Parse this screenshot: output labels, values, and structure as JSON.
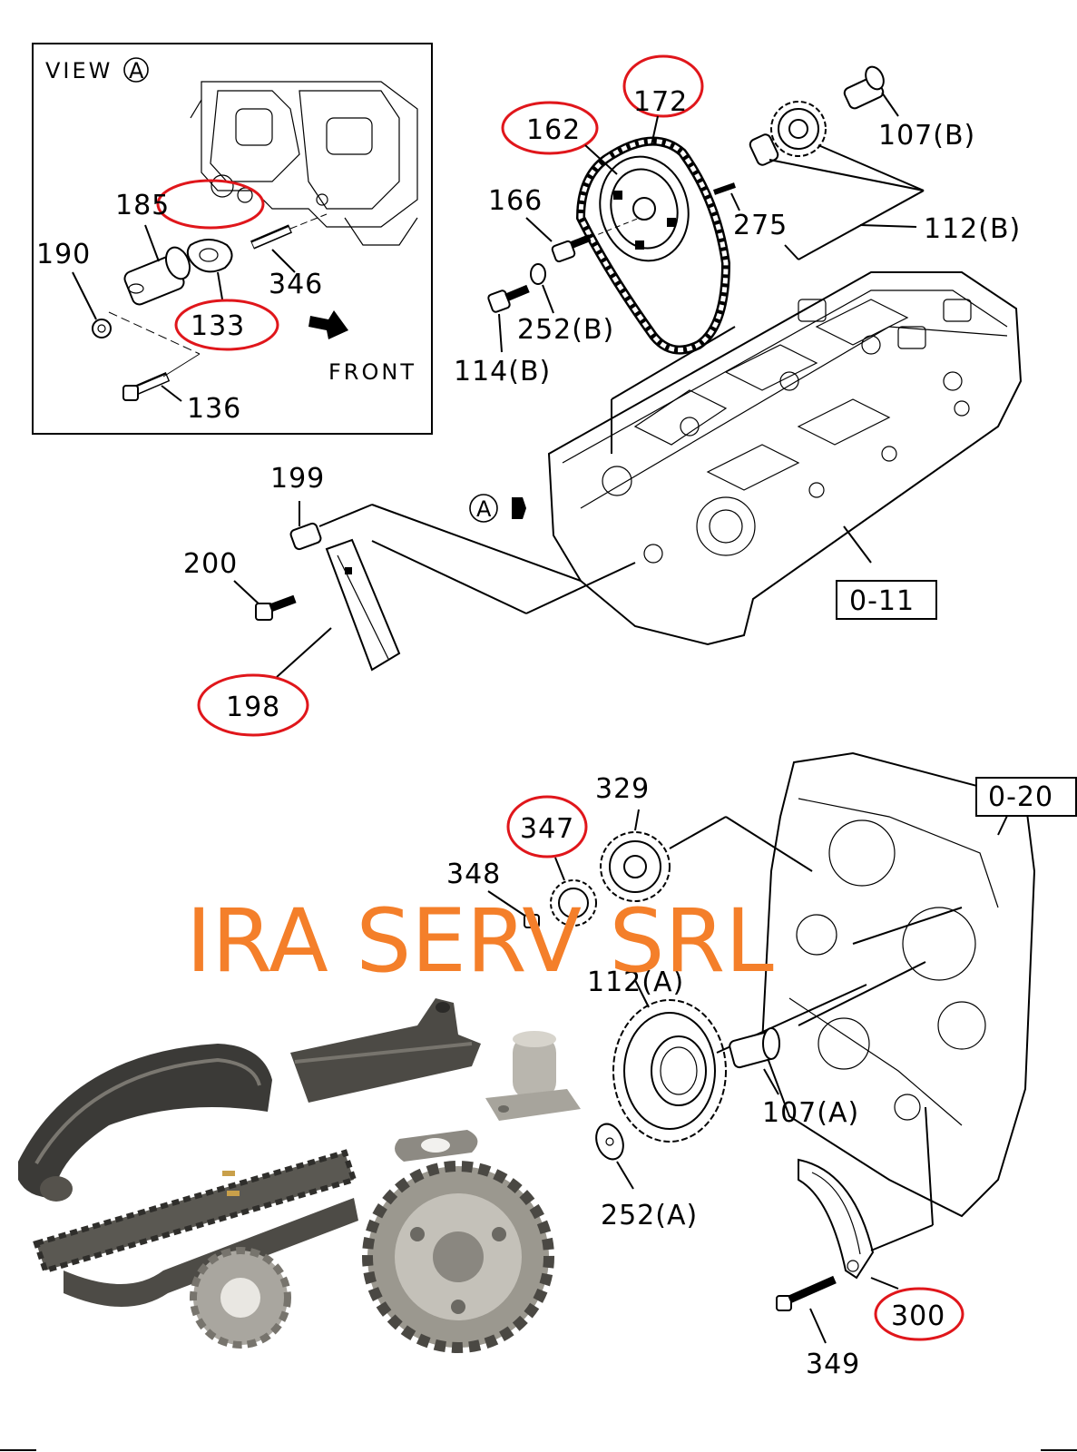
{
  "view_box": {
    "title": "VIEW",
    "marker": "A",
    "front_label": "FRONT"
  },
  "section_marker": "A",
  "labels": {
    "p185": "185",
    "p190": "190",
    "p133": "133",
    "p346": "346",
    "p136": "136",
    "p162": "162",
    "p172": "172",
    "p107b": "107(B)",
    "p166": "166",
    "p275": "275",
    "p112b": "112(B)",
    "p252b": "252(B)",
    "p114b": "114(B)",
    "p199": "199",
    "p200": "200",
    "p198": "198",
    "ref011": "0-11",
    "p329": "329",
    "p347": "347",
    "p348": "348",
    "ref020": "0-20",
    "p112a": "112(A)",
    "p107a": "107(A)",
    "p252a": "252(A)",
    "p300": "300",
    "p349": "349"
  },
  "highlighted_parts": [
    "185",
    "133",
    "162",
    "172",
    "198",
    "347",
    "300"
  ],
  "watermark": "IRA SERV SRL",
  "colors": {
    "highlight": "#e0161b",
    "watermark": "#f47f2a"
  }
}
